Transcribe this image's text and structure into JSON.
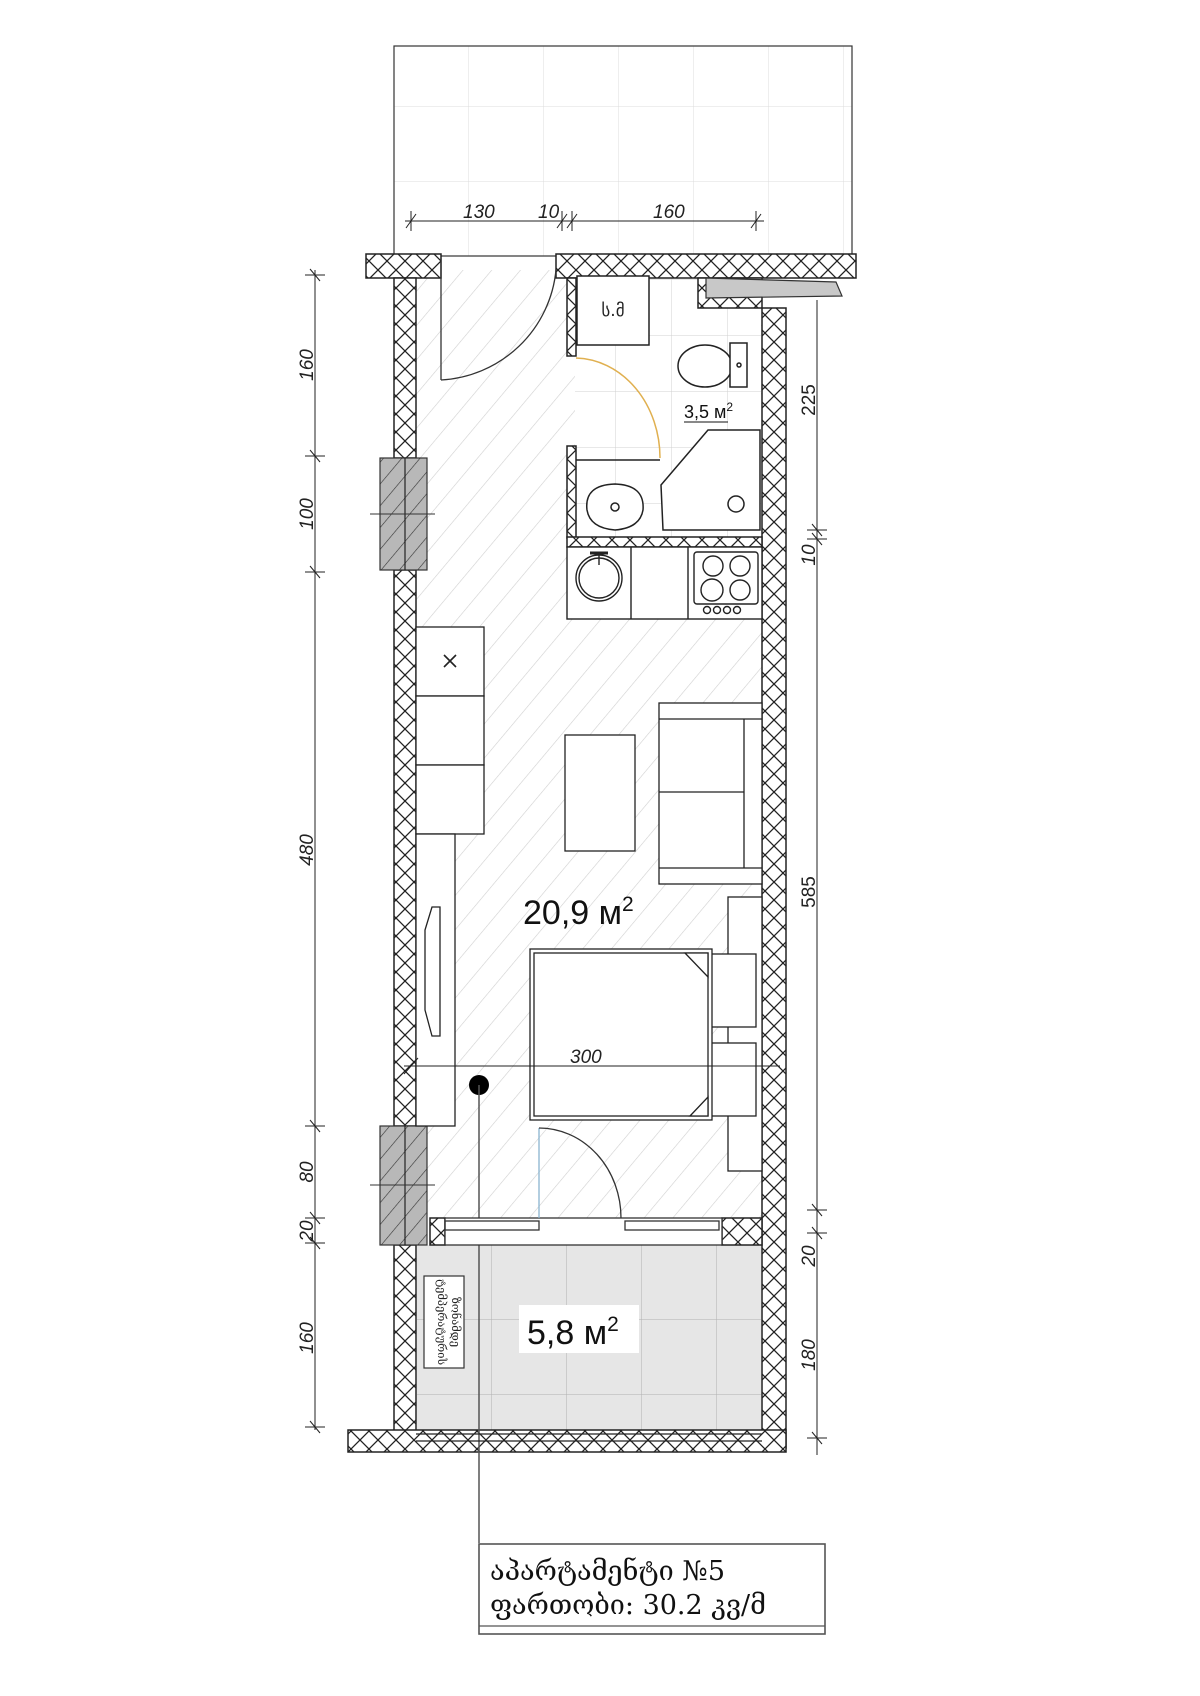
{
  "plan": {
    "title_line1": "აპარტამენტი №5",
    "title_line2": "ფართობი: 30.2 კვ/მ",
    "rooms": {
      "main_area": "20,9 м",
      "bathroom_area": "3,5 м",
      "balcony_area": "5,8 м",
      "area_superscript": "2",
      "bathroom_label": "ს.მ",
      "balcony_sign_line1": "ტემპერატურის",
      "balcony_sign_line2": "ზონამდე"
    },
    "dimensions": {
      "top": [
        "130",
        "10",
        "160"
      ],
      "left": [
        "160",
        "100",
        "480",
        "80",
        "20",
        "160"
      ],
      "right": [
        "225",
        "10",
        "585",
        "20",
        "180"
      ],
      "inner": "300"
    },
    "colors": {
      "wall_hatch": "#222222",
      "window_fill": "#b8b8b8",
      "balcony_fill": "#e6e6e6",
      "door_swing_bath": "#e0b050",
      "floor_hatch": "#cfcfcf"
    }
  }
}
